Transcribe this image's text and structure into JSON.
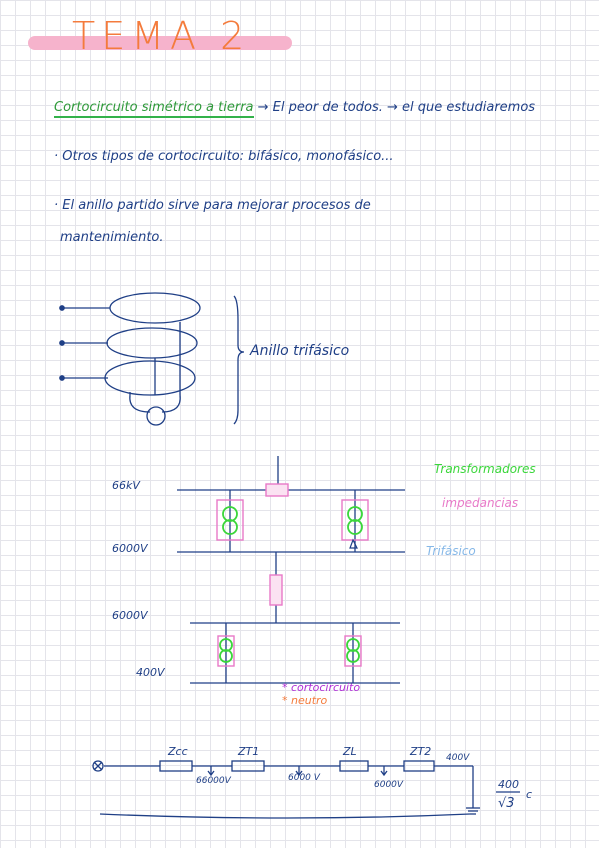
{
  "title": "TEMA 2",
  "lines": {
    "l1_term": "Cortocircuito simétrico a tierra",
    "l1_rest": "→ El peor de todos. → el que estudiaremos",
    "l2": "· Otros tipos de cortocircuito: bifásico, monofásico...",
    "l3a": "· El anillo partido sirve para mejorar procesos de",
    "l3b": "mantenimiento."
  },
  "ring": {
    "label": "Anillo trifásico"
  },
  "network": {
    "v_66kv": "66kV",
    "v_6000_a": "6000V",
    "v_6000_b": "6000V",
    "v_400": "400V"
  },
  "legend": {
    "transformadores": "Transformadores",
    "impedancias": "impedancias",
    "trifasico": "Trifásico",
    "cortocircuito": "* cortocircuito",
    "neutro": "* neutro"
  },
  "colors": {
    "ink": "#1f3f86",
    "green": "#3ad63a",
    "pink": "#e879c8",
    "lightblue": "#86b8e8",
    "orange": "#f47b3c",
    "purple": "#b02fd6"
  },
  "impedance_chain": {
    "z1": "Zcc",
    "z2": "ZT1",
    "z3": "ZL",
    "z4": "ZT2",
    "v1": "66000V",
    "v2": "6000 V",
    "v3": "6000V",
    "v4": "400V",
    "fraction_num": "400",
    "fraction_den": "√3",
    "fraction_suffix": "c"
  }
}
